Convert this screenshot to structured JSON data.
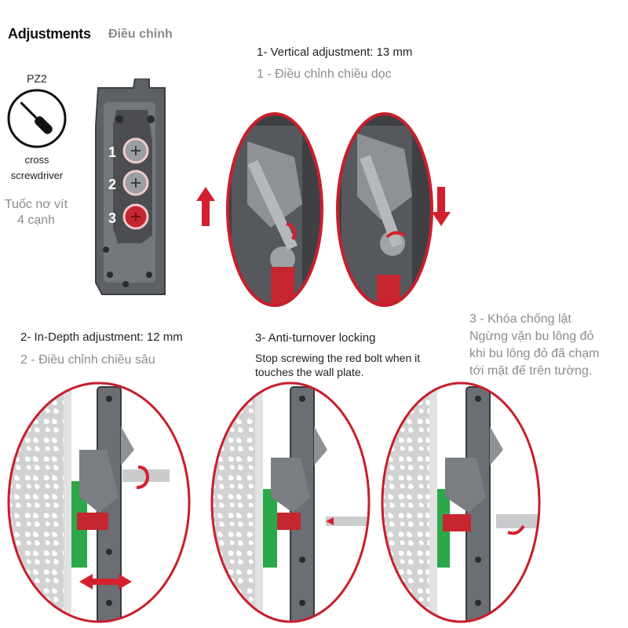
{
  "header": {
    "title": "Adjustments",
    "title_vi": "Điều chỉnh"
  },
  "tool": {
    "code": "PZ2",
    "name_line1": "cross",
    "name_line2": "screwdriver",
    "name_vi_line1": "Tuốc nơ vít",
    "name_vi_line2": "4 cạnh"
  },
  "hinge_markers": [
    "1",
    "2",
    "3"
  ],
  "step1": {
    "en": "1- Vertical adjustment: 13 mm",
    "vi": "1 - Điều chỉnh chiều dọc"
  },
  "step2": {
    "en": "2- In-Depth adjustment: 12 mm",
    "vi": "2 - Điều chỉnh chiều sâu"
  },
  "step3": {
    "en_title": "3- Anti-turnover locking",
    "en_line1": "Stop screwing the red bolt when it",
    "en_line2": "touches the wall plate.",
    "vi_line1": "3 - Khóa chống lật",
    "vi_line2": "Ngừng vặn bu lông đỏ",
    "vi_line3": "khi bu lông đỏ đã chạm",
    "vi_line4": "tới mặt đế trên tường."
  },
  "colors": {
    "accent_red": "#d4202e",
    "metal": "#6b6e72",
    "green": "#2aa84a",
    "wall": "#cfcfcf"
  }
}
